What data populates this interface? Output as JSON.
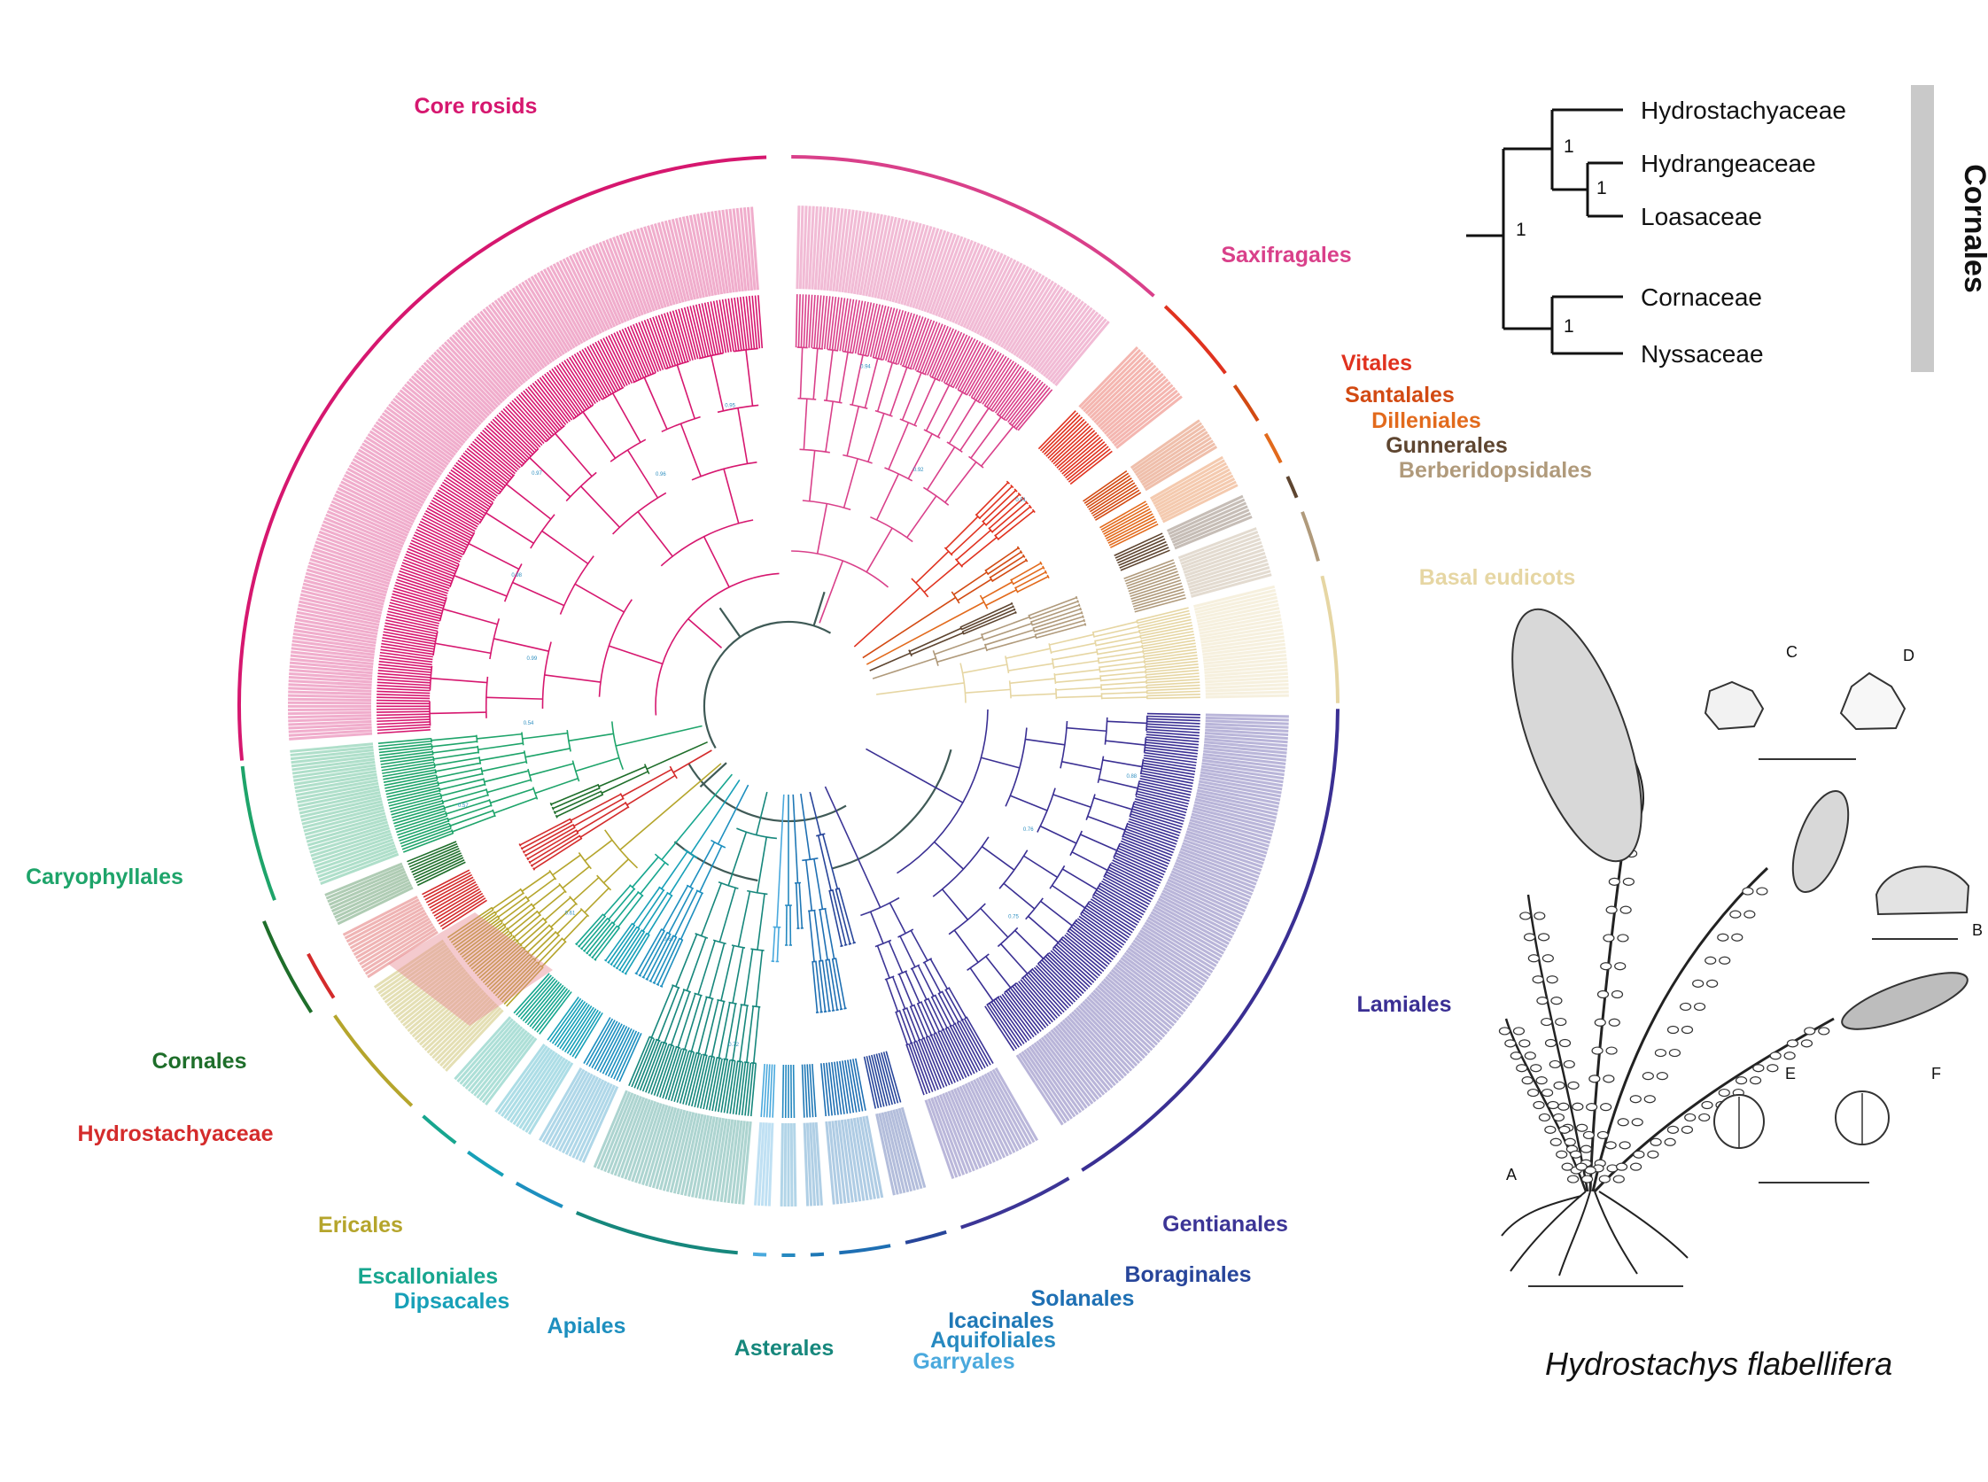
{
  "clade_labels": [
    {
      "text": "Core rosids",
      "color": "#d6176f"
    },
    {
      "text": "Saxifragales",
      "color": "#d9408a"
    },
    {
      "text": "Vitales",
      "color": "#e0321f"
    },
    {
      "text": "Santalales",
      "color": "#d24a12"
    },
    {
      "text": "Dilleniales",
      "color": "#e26a1c"
    },
    {
      "text": "Gunnerales",
      "color": "#5e4530"
    },
    {
      "text": "Berberidopsidales",
      "color": "#b09a7b"
    },
    {
      "text": "Basal eudicots",
      "color": "#e6d6a3"
    },
    {
      "text": "Lamiales",
      "color": "#3a2f93"
    },
    {
      "text": "Gentianales",
      "color": "#3c3596"
    },
    {
      "text": "Boraginales",
      "color": "#27459a"
    },
    {
      "text": "Solanales",
      "color": "#1e6fb3"
    },
    {
      "text": "Icacinales",
      "color": "#1f78b6"
    },
    {
      "text": "Aquifoliales",
      "color": "#2689c0"
    },
    {
      "text": "Garryales",
      "color": "#4aa9dd"
    },
    {
      "text": "Asterales",
      "color": "#16877c"
    },
    {
      "text": "Apiales",
      "color": "#1d8fbf"
    },
    {
      "text": "Dipsacales",
      "color": "#17a0b8"
    },
    {
      "text": "Escalloniales",
      "color": "#17a68f"
    },
    {
      "text": "Ericales",
      "color": "#b5a52c"
    },
    {
      "text": "Hydrostachyaceae",
      "color": "#d42b2b"
    },
    {
      "text": "Cornales",
      "color": "#1e6e2a"
    },
    {
      "text": "Caryophyllales",
      "color": "#1ea46a"
    }
  ],
  "inset": {
    "order_title": "Cornales",
    "taxa": [
      "Hydrostachyaceae",
      "Hydrangeaceae",
      "Loasaceae",
      "Cornaceae",
      "Nyssaceae"
    ],
    "support": [
      "1",
      "1",
      "1",
      "1"
    ]
  },
  "illustration": {
    "caption": "Hydrostachys flabellifera",
    "panel_letters": [
      "A",
      "B",
      "C",
      "D",
      "E",
      "F"
    ]
  },
  "tree_support_values": [
    "0.99",
    "0.98",
    "0.97",
    "0.96",
    "0.95",
    "0.94",
    "0.92",
    "0.91",
    "0.88",
    "0.76",
    "0.75",
    "0.72",
    "0.67",
    "0.61",
    "0.57",
    "0.54"
  ]
}
